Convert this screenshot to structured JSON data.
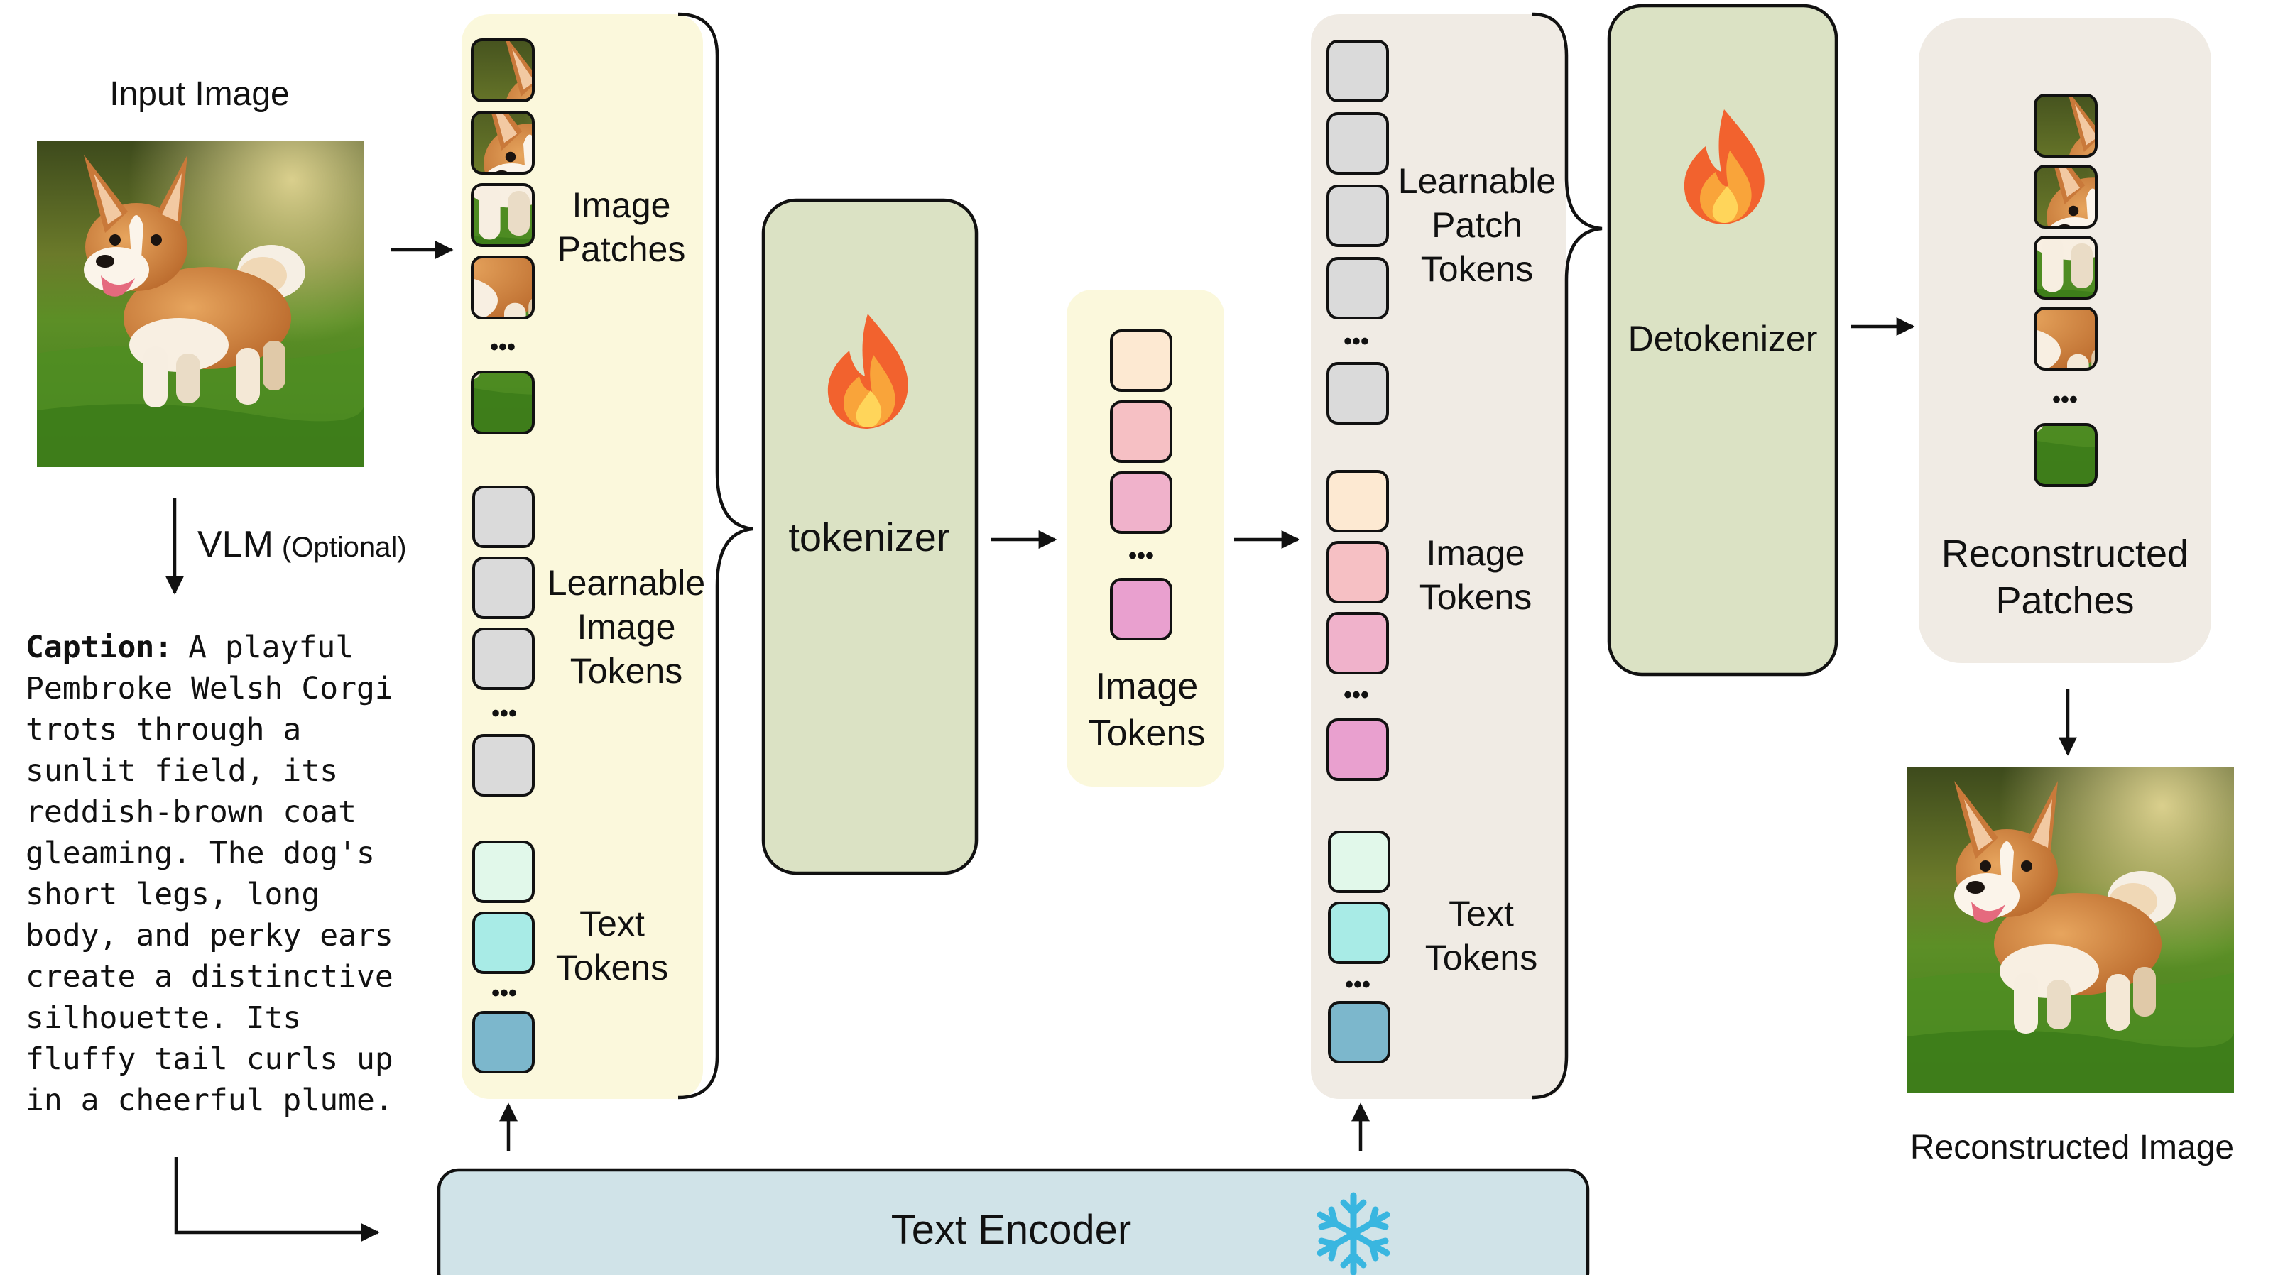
{
  "input": {
    "title": "Input Image",
    "vlm_label": "VLM",
    "vlm_optional": "(Optional)",
    "caption_label": "Caption:",
    "caption_lines": [
      "A playful",
      "Pembroke Welsh Corgi",
      "trots through a",
      "sunlit field, its",
      "reddish-brown coat",
      "gleaming. The dog's",
      "short legs, long",
      "body, and perky ears",
      "create a distinctive",
      "silhouette. Its",
      "fluffy tail curls up",
      "in a cheerful plume."
    ]
  },
  "encoder_input": {
    "patches_label": [
      "Image",
      "Patches"
    ],
    "learnable_label": [
      "Learnable",
      "Image",
      "Tokens"
    ],
    "text_label": [
      "Text",
      "Tokens"
    ]
  },
  "tokenizer": {
    "label": "tokenizer",
    "icon": "flame-icon"
  },
  "image_tokens": {
    "label": [
      "Image",
      "Tokens"
    ]
  },
  "decoder_input": {
    "learnable_label": [
      "Learnable",
      "Patch",
      "Tokens"
    ],
    "image_label": [
      "Image",
      "Tokens"
    ],
    "text_label": [
      "Text",
      "Tokens"
    ]
  },
  "detokenizer": {
    "label": "Detokenizer",
    "icon": "flame-icon"
  },
  "output": {
    "patches_label": [
      "Reconstructed",
      "Patches"
    ],
    "image_label": "Reconstructed Image"
  },
  "text_encoder": {
    "label": "Text Encoder",
    "icon": "snowflake-icon"
  },
  "ellipsis": "•••",
  "colors": {
    "yellow_panel": "#fbf8dc",
    "beige_panel": "#f0ebe4",
    "green_box": "#dbe2c4",
    "blue_box": "#d0e3e8",
    "grey_token": "#dadada",
    "token_peach": "#fde9d2",
    "token_pink": "#f6c0c4",
    "token_rose": "#f0b2cb",
    "token_magenta": "#e9a0cf",
    "token_mint": "#e1f8ea",
    "token_aqua": "#a8ebe6",
    "token_blue": "#7cb7cc"
  }
}
